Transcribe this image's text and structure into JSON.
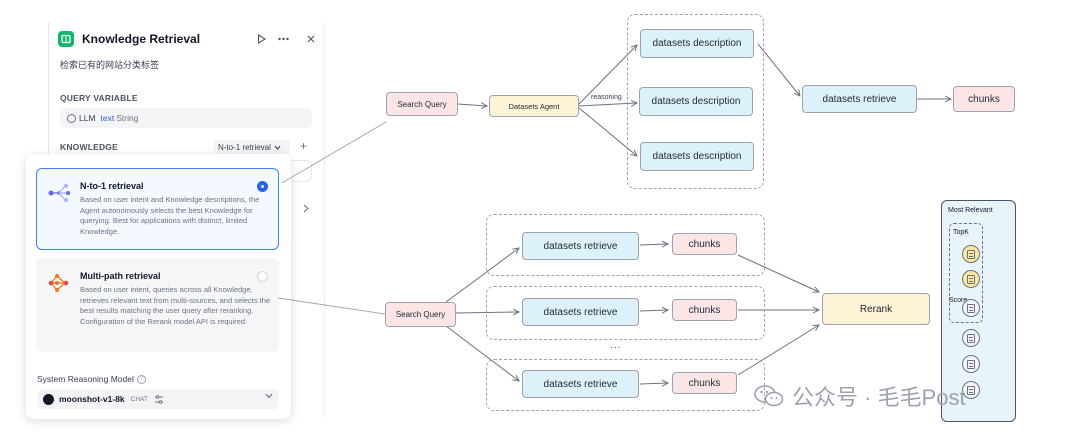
{
  "panel": {
    "title": "Knowledge Retrieval",
    "description": "检索已有的网站分类标签",
    "query_variable_label": "QUERY VARIABLE",
    "query_variable": {
      "source": "LLM",
      "name": "text",
      "type": "String"
    },
    "knowledge_label": "KNOWLEDGE",
    "retrieval_mode": "N-to-1 retrieval",
    "add_label": "+",
    "options": [
      {
        "title": "N-to-1 retrieval",
        "description": "Based on user intent and Knowledge descriptions, the Agent autonomously selects the best Knowledge for querying. Best for applications with distinct, limited Knowledge.",
        "selected": true
      },
      {
        "title": "Multi-path retrieval",
        "description": "Based on user intent, queries across all Knowledge, retrieves relevant text from multi-sources, and selects the best results matching the user query after reranking. Configuration of the Rerank model API is required.",
        "selected": false
      }
    ],
    "system_model_label": "System Reasoning Model",
    "model_name": "moonshot-v1-8k",
    "model_badge": "CHAT",
    "accent_color": "#2563eb",
    "logo_color": "#12b76a"
  },
  "diagram_top": {
    "search_query": "Search Query",
    "agent": "Datasets Agent",
    "reasoning_label": "reasoning",
    "descriptions": [
      "datasets description",
      "datasets description",
      "datasets description"
    ],
    "retrieve": "datasets retrieve",
    "chunks": "chunks"
  },
  "diagram_bottom": {
    "search_query": "Search Query",
    "paths": [
      {
        "retrieve": "datasets retrieve",
        "chunks": "chunks"
      },
      {
        "retrieve": "datasets retrieve",
        "chunks": "chunks"
      },
      {
        "retrieve": "datasets retrieve",
        "chunks": "chunks"
      }
    ],
    "ellipsis": "...",
    "rerank": "Rerank",
    "ranking": {
      "title": "Most Relevant",
      "topk_label": "TopK",
      "score_label": "Score"
    }
  },
  "watermark": "公众号 · 毛毛Post",
  "icons": {
    "play": "play-icon",
    "more": "more-icon",
    "close": "close-icon",
    "chevron_down": "chevron-down-icon",
    "chevron_right": "chevron-right-icon",
    "help": "help-icon",
    "settings": "tune-icon"
  },
  "colors": {
    "query_node": "#fbe5e5",
    "agent_node": "#fdf3d6",
    "dataset_node": "#ddf1fb",
    "ranking_panel": "#e9f3fa"
  }
}
